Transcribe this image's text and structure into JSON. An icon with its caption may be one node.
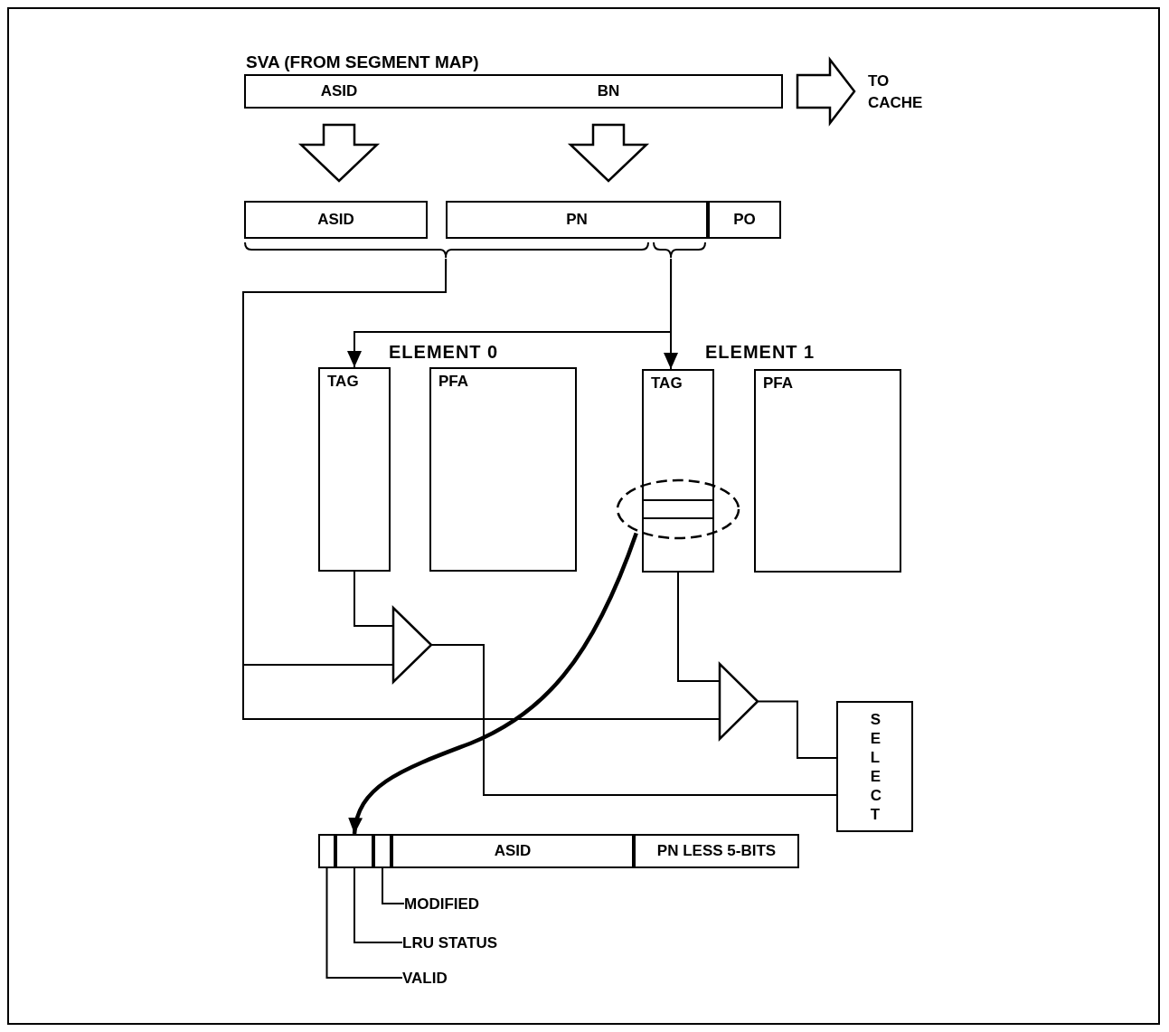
{
  "diagram": {
    "nodes": [
      {
        "text": [
          "SVA (FROM SEGMENT MAP)"
        ]
      },
      {
        "text": [
          "ASID"
        ],
        "in": 0
      },
      {
        "text": [
          "BN"
        ],
        "in": 0
      },
      {
        "text": [
          "TO CACHE"
        ]
      },
      {
        "text": [
          "ASID"
        ]
      },
      {
        "text": [
          "PN"
        ]
      },
      {
        "text": [
          "PO"
        ]
      },
      {
        "text": [
          "TAG"
        ]
      },
      {
        "text": [
          "PFA"
        ]
      },
      {
        "text": [
          "TAG"
        ]
      },
      {
        "text": [
          "PFA"
        ]
      },
      {
        "text": [],
        "shape": "triangle"
      },
      {
        "text": [],
        "shape": "triangle"
      },
      {
        "text": [
          "SELECT"
        ]
      },
      {
        "text": [],
        "shape": "bar"
      },
      {
        "text": [],
        "shape": "box",
        "in": 14
      },
      {
        "text": [],
        "shape": "box",
        "in": 14
      },
      {
        "text": [],
        "shape": "box",
        "in": 14
      },
      {
        "text": [
          "ASID"
        ],
        "in": 14
      },
      {
        "text": [
          "PN LESS 5-BITS"
        ],
        "in": 14
      },
      {
        "text": [
          "MODIFIED"
        ]
      },
      {
        "text": [
          "LRU STATUS"
        ]
      },
      {
        "text": [
          "VALID"
        ]
      },
      {
        "text": [],
        "shape": "ellipse"
      },
      {
        "text": [],
        "shape": "bracket"
      },
      {
        "text": [],
        "shape": "bracket"
      }
    ],
    "edges": [
      {
        "from": 0,
        "to": 3,
        "arrow": "to"
      },
      {
        "from": 1,
        "to": 4,
        "arrow": "to"
      },
      {
        "from": 2,
        "to": 5,
        "arrow": "to"
      },
      {
        "from": 25,
        "to": 7,
        "arrow": "to"
      },
      {
        "from": 25,
        "to": 9,
        "arrow": "to"
      },
      {
        "from": 24,
        "to": 11,
        "arrow": "none"
      },
      {
        "from": 24,
        "to": 12,
        "arrow": "none"
      },
      {
        "from": 7,
        "to": 11,
        "arrow": "none"
      },
      {
        "from": 9,
        "to": 12,
        "arrow": "none"
      },
      {
        "from": 11,
        "to": 13,
        "arrow": "none"
      },
      {
        "from": 12,
        "to": 13,
        "arrow": "none"
      },
      {
        "from": 23,
        "to": 16,
        "arrow": "to",
        "style": "thick"
      },
      {
        "from": 20,
        "to": 17,
        "arrow": "none"
      },
      {
        "from": 21,
        "to": 16,
        "arrow": "none"
      },
      {
        "from": 22,
        "to": 15,
        "arrow": "none"
      }
    ],
    "labels": [
      "ELEMENT 0",
      "ELEMENT 1"
    ]
  }
}
